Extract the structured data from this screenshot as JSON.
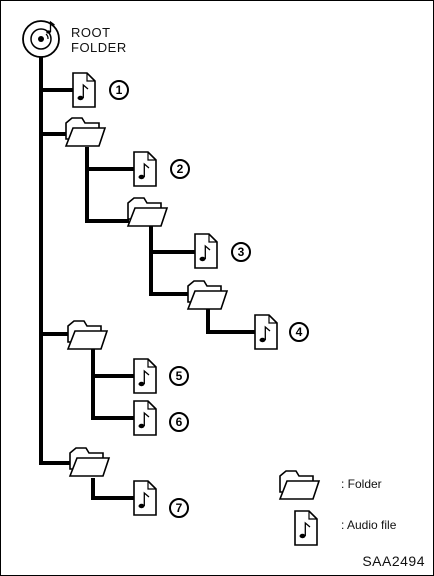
{
  "root": {
    "line1": "ROOT",
    "line2": "FOLDER"
  },
  "files": [
    "1",
    "2",
    "3",
    "4",
    "5",
    "6",
    "7"
  ],
  "legend": {
    "folder_label": ": Folder",
    "audio_label": ": Audio file"
  },
  "code": "SAA2494"
}
